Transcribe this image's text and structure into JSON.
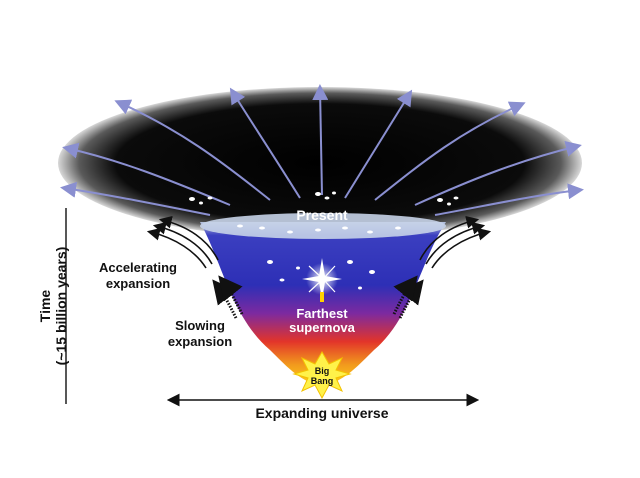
{
  "labels": {
    "present": "Present",
    "accelerating": [
      "Accelerating",
      "expansion"
    ],
    "slowing": [
      "Slowing",
      "expansion"
    ],
    "supernova": [
      "Farthest",
      "supernova"
    ],
    "big_bang": [
      "Big",
      "Bang"
    ],
    "expanding": "Expanding universe",
    "time": [
      "Time",
      "(~15 billion years)"
    ]
  },
  "colors": {
    "cone_black": "#000000",
    "cone_blue": "#2b2fb8",
    "cone_purple": "#7c2aa0",
    "cone_red": "#e2342a",
    "cone_orange": "#f29a1d",
    "cone_yellow": "#ffd81a",
    "expansion_arrow": "#8a8fd0",
    "text": "#111111"
  }
}
